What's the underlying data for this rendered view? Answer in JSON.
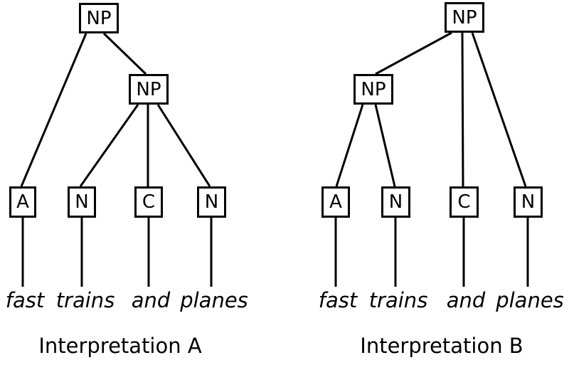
{
  "trees": [
    {
      "caption": "Interpretation A",
      "nodes": {
        "root": "NP",
        "inner": "NP",
        "pos": [
          "A",
          "N",
          "C",
          "N"
        ]
      },
      "words": [
        "fast",
        "trains",
        "and",
        "planes"
      ]
    },
    {
      "caption": "Interpretation B",
      "nodes": {
        "root": "NP",
        "inner": "NP",
        "pos": [
          "A",
          "N",
          "C",
          "N"
        ]
      },
      "words": [
        "fast",
        "trains",
        "and",
        "planes"
      ]
    }
  ],
  "colors": {
    "line": "#000000",
    "background": "#ffffff",
    "text": "#000000"
  }
}
